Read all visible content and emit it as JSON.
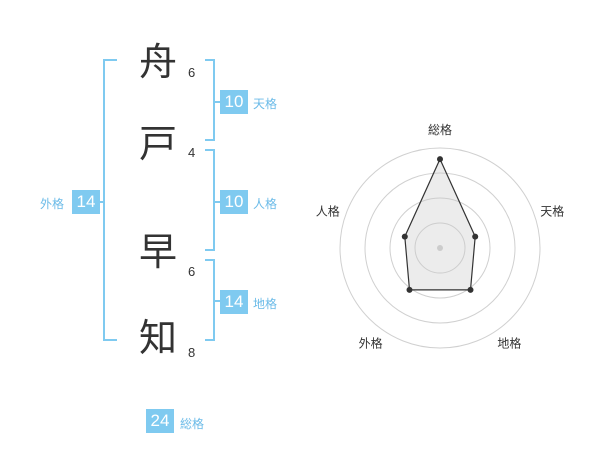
{
  "name": {
    "chars": [
      {
        "char": "舟",
        "strokes": "6"
      },
      {
        "char": "戸",
        "strokes": "4"
      },
      {
        "char": "早",
        "strokes": "6"
      },
      {
        "char": "知",
        "strokes": "8"
      }
    ]
  },
  "kaku": {
    "ten": {
      "label": "天格",
      "value": "10"
    },
    "jin": {
      "label": "人格",
      "value": "10"
    },
    "chi": {
      "label": "地格",
      "value": "14"
    },
    "gai": {
      "label": "外格",
      "value": "14"
    },
    "sou": {
      "label": "総格",
      "value": "24"
    }
  },
  "colors": {
    "bracket": "#7fcaf0",
    "badge": "#7fcaf0",
    "label": "#6bbbe8"
  },
  "chart_data": {
    "type": "radar",
    "axes": [
      "総格",
      "天格",
      "地格",
      "外格",
      "人格"
    ],
    "values": [
      24,
      10,
      14,
      14,
      10
    ],
    "rmax": 27,
    "rings": 4
  }
}
